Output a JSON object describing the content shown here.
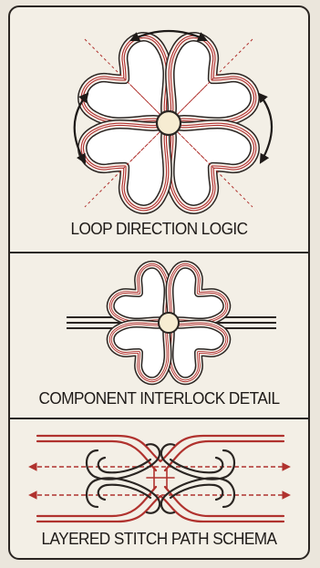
{
  "panels": [
    {
      "caption": "LOOP DIRECTION LOGIC"
    },
    {
      "caption": "COMPONENT INTERLOCK DETAIL"
    },
    {
      "caption": "LAYERED STITCH PATH SCHEMA"
    }
  ],
  "colors": {
    "ink": "#2a2522",
    "thread_red": "#b0322e",
    "background": "#f3efe6",
    "center_disc": "#f6ecd2"
  }
}
